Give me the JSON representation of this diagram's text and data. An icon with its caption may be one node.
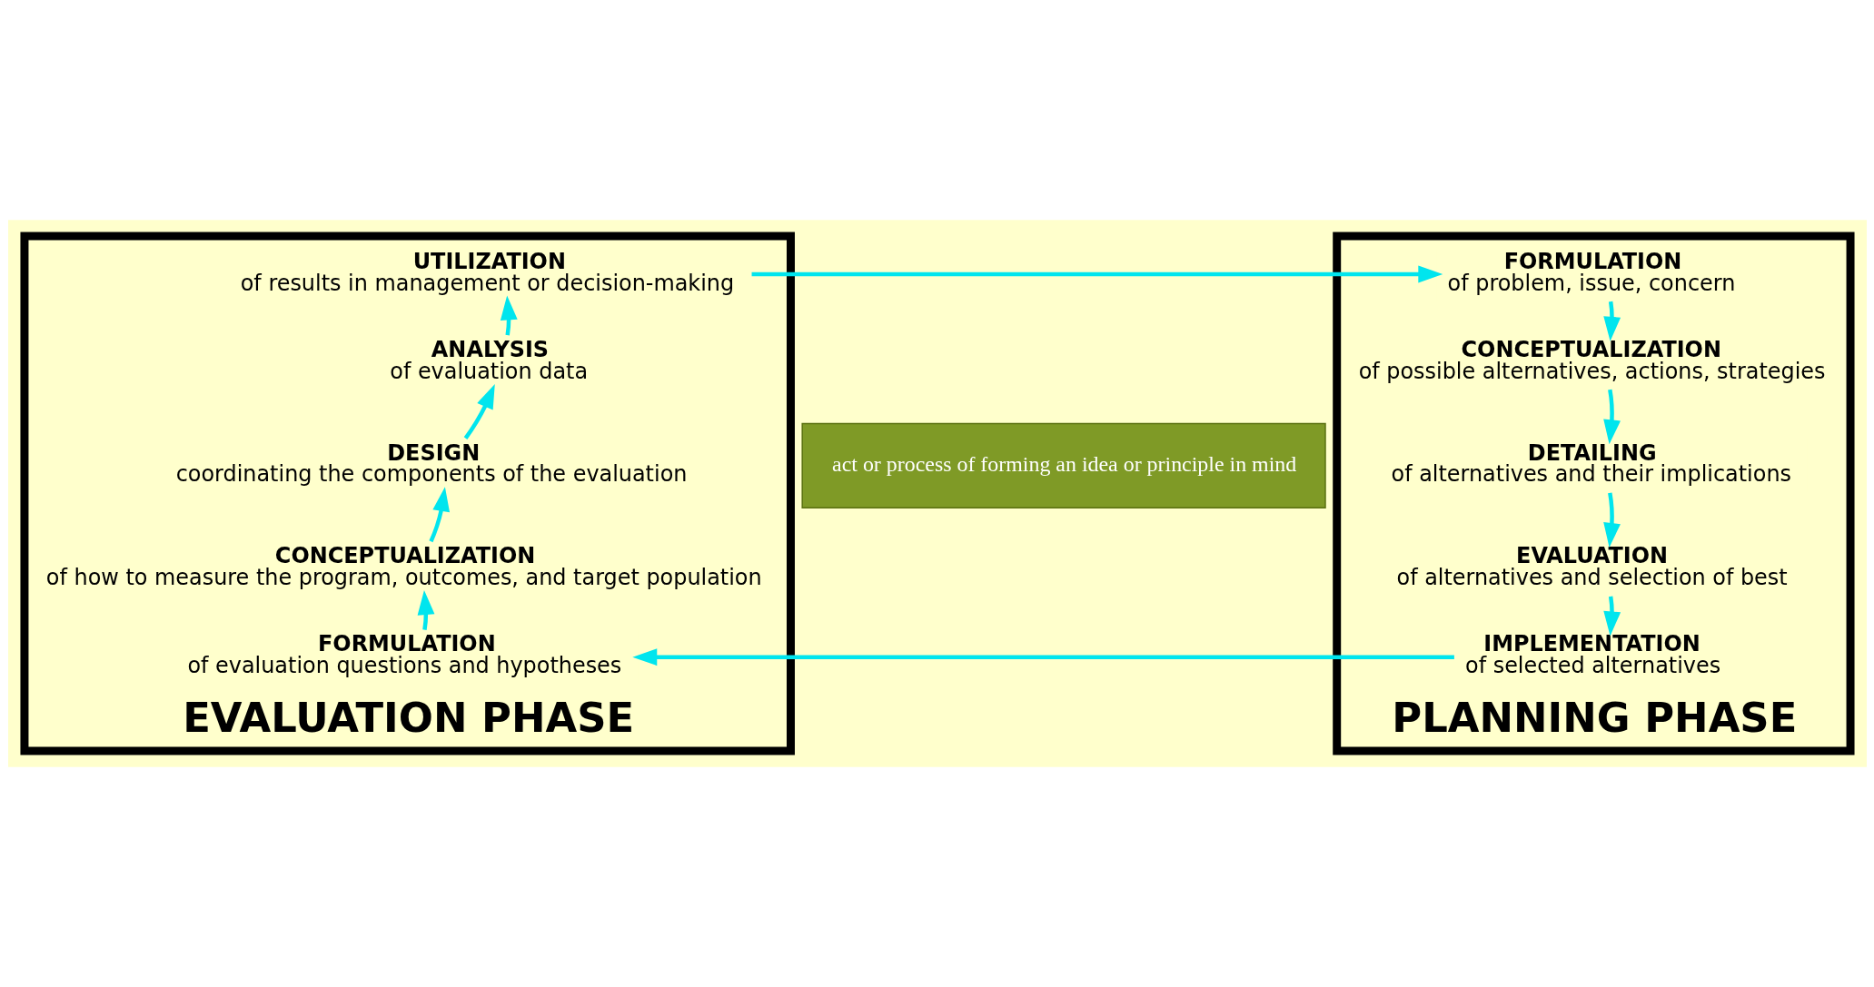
{
  "diagram": {
    "nodes": [
      {
        "text": [
          "EVALUATION PHASE"
        ]
      },
      {
        "text": [
          "UTILIZATION",
          "of results in management or decision-making"
        ],
        "in": 0
      },
      {
        "text": [
          "ANALYSIS",
          "of evaluation data"
        ],
        "in": 0
      },
      {
        "text": [
          "DESIGN",
          "coordinating the components of the evaluation"
        ],
        "in": 0
      },
      {
        "text": [
          "CONCEPTUALIZATION",
          "of how to measure the program, outcomes, and target population"
        ],
        "in": 0
      },
      {
        "text": [
          "FORMULATION",
          "of evaluation questions and hypotheses"
        ],
        "in": 0
      },
      {
        "text": [
          "act or process of forming an idea or principle in mind"
        ]
      },
      {
        "text": [
          "PLANNING PHASE"
        ]
      },
      {
        "text": [
          "FORMULATION",
          "of problem, issue, concern"
        ],
        "in": 7
      },
      {
        "text": [
          "CONCEPTUALIZATION",
          "of possible alternatives, actions, strategies"
        ],
        "in": 7
      },
      {
        "text": [
          "DETAILING",
          "of alternatives and their implications"
        ],
        "in": 7
      },
      {
        "text": [
          "EVALUATION",
          "of alternatives and selection of best"
        ],
        "in": 7
      },
      {
        "text": [
          "IMPLEMENTATION",
          "of selected alternatives"
        ],
        "in": 7
      }
    ],
    "edges": [
      {
        "from": 1,
        "to": 8,
        "arrow": "to"
      },
      {
        "from": 8,
        "to": 9,
        "arrow": "to"
      },
      {
        "from": 9,
        "to": 10,
        "arrow": "to"
      },
      {
        "from": 10,
        "to": 11,
        "arrow": "to"
      },
      {
        "from": 11,
        "to": 12,
        "arrow": "to"
      },
      {
        "from": 12,
        "to": 5,
        "arrow": "to"
      },
      {
        "from": 5,
        "to": 4,
        "arrow": "to"
      },
      {
        "from": 4,
        "to": 3,
        "arrow": "to"
      },
      {
        "from": 3,
        "to": 2,
        "arrow": "to"
      },
      {
        "from": 2,
        "to": 1,
        "arrow": "to"
      }
    ]
  }
}
